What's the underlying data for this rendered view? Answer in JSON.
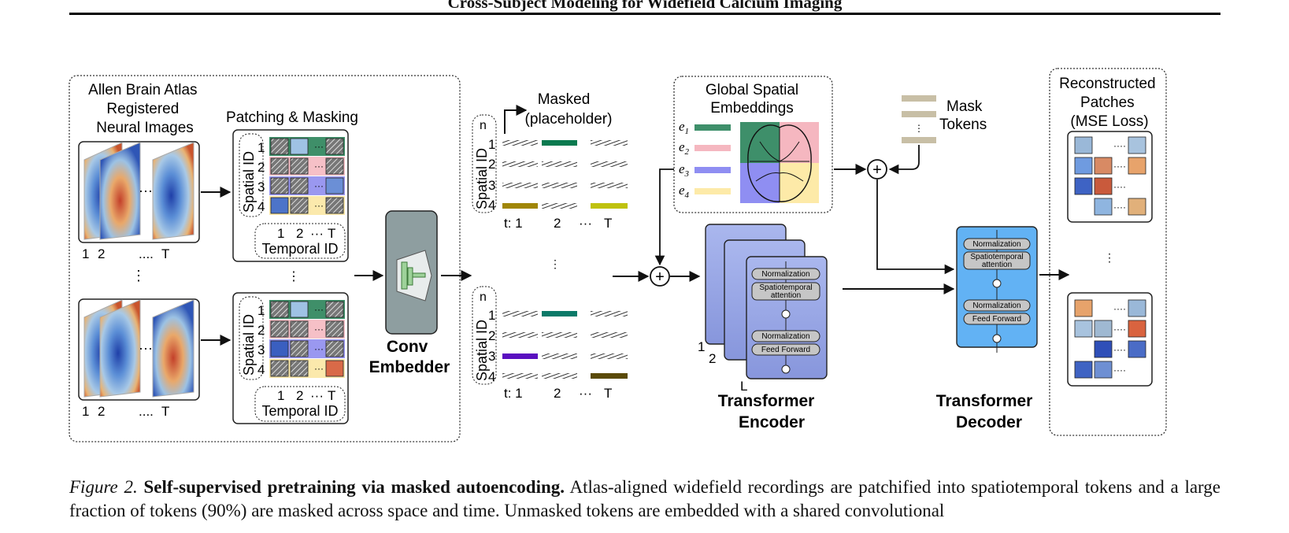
{
  "header": {
    "title": "Cross-Subject Modeling for Widefield Calcium Imaging"
  },
  "figure": {
    "atlas_title": [
      "Allen Brain Atlas",
      "Registered",
      "Neural Images"
    ],
    "frame_indices": [
      "1",
      "2",
      "....",
      "T"
    ],
    "vdots": "⋮",
    "ellipsis": "···",
    "patching_title": "Patching & Masking",
    "spatial_id_label": "Spatial ID",
    "temporal_id_label": "Temporal ID",
    "temporal_ticks": [
      "1",
      "2",
      "···",
      "T"
    ],
    "row_numbers": [
      "1",
      "2",
      "3",
      "4"
    ],
    "conv_label": [
      "Conv",
      "Embedder"
    ],
    "masked_label": [
      "Masked",
      "(placeholder)"
    ],
    "n_label": "n",
    "token_time_axis": [
      "t: 1",
      "2",
      "···",
      "T"
    ],
    "gse_title": [
      "Global Spatial",
      "Embeddings"
    ],
    "embedding_labels": [
      "e",
      "e",
      "e",
      "e"
    ],
    "embedding_subscripts": [
      "1",
      "2",
      "3",
      "4"
    ],
    "embedding_colors": [
      "#3e8f6a",
      "#f5b7c0",
      "#8f8ef2",
      "#fdeaa8"
    ],
    "mask_tokens_label": [
      "Mask",
      "Tokens"
    ],
    "block_normalization": "Normalization",
    "block_attention": [
      "Spatiotemporal",
      "attention"
    ],
    "block_feedforward": "Feed Forward",
    "layer_numbers": [
      "1",
      "2",
      "L"
    ],
    "encoder_label": [
      "Transformer",
      "Encoder"
    ],
    "decoder_label": [
      "Transformer",
      "Decoder"
    ],
    "recon_title": [
      "Reconstructed",
      "Patches",
      "(MSE Loss)"
    ],
    "plus_symbol": "+"
  },
  "caption": {
    "label": "Figure 2.",
    "title": "Self-supervised pretraining via masked autoencoding.",
    "text": "Atlas-aligned widefield recordings are patchified into spatiotemporal tokens and a large fraction of tokens (90%) are masked across space and time. Unmasked tokens are embedded with a shared convolutional"
  }
}
